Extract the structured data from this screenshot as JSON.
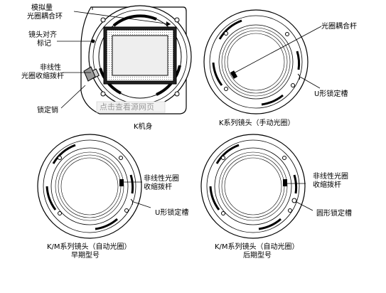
{
  "diagrams": {
    "k_body": {
      "labels": {
        "analog_coupling_ring": [
          "模拟量",
          "光圈耦合环"
        ],
        "lens_alignment_mark": [
          "镜头对齐",
          "标记"
        ],
        "nonlinear_aperture_lever": [
          "非线性",
          "光圈收缩拨杆"
        ],
        "lock_pin": "锁定销"
      },
      "caption": "K机身",
      "watermark": "点击查看源网页"
    },
    "k_lens_manual": {
      "labels": {
        "aperture_coupling_lever": "光圈耦合杆",
        "u_lock_groove": "U形锁定槽"
      },
      "caption": "K系列镜头（手动光圈）"
    },
    "km_lens_early": {
      "labels": {
        "nonlinear_aperture_lever": [
          "非线性光圈",
          "收缩拨杆"
        ],
        "u_lock_groove": "U形锁定槽"
      },
      "caption": [
        "K/M系列镜头（自动光圈）",
        "早期型号"
      ]
    },
    "km_lens_late": {
      "labels": {
        "nonlinear_aperture_lever": [
          "非线性光圈",
          "收缩拨杆"
        ],
        "round_lock_groove": "圆形锁定槽"
      },
      "caption": [
        "K/M系列镜头（自动光圈）",
        "后期型号"
      ]
    }
  }
}
